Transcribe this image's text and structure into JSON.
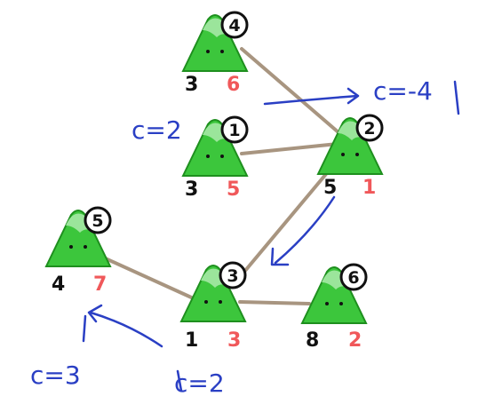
{
  "nodes": [
    {
      "id": "1",
      "left_value": "3",
      "right_value": "5"
    },
    {
      "id": "2",
      "left_value": "5",
      "right_value": "1"
    },
    {
      "id": "3",
      "left_value": "1",
      "right_value": "3"
    },
    {
      "id": "4",
      "left_value": "3",
      "right_value": "6"
    },
    {
      "id": "5",
      "left_value": "4",
      "right_value": "7"
    },
    {
      "id": "6",
      "left_value": "8",
      "right_value": "2"
    }
  ],
  "edges": [
    [
      "4",
      "2"
    ],
    [
      "1",
      "2"
    ],
    [
      "2",
      "3"
    ],
    [
      "5",
      "3"
    ],
    [
      "3",
      "6"
    ]
  ],
  "annotations": {
    "c_top_right": "c=-4",
    "c_left": "c=2",
    "c_bottom_mid": "c=2",
    "c_bottom_left": "c=3"
  },
  "colors": {
    "edge": "#a89580",
    "mountain": "#3cc63c",
    "mountain_dark": "#1e8f1e",
    "snow": "#9be59b",
    "red_number": "#f0585a",
    "ink_blue": "#2a3fc4"
  }
}
